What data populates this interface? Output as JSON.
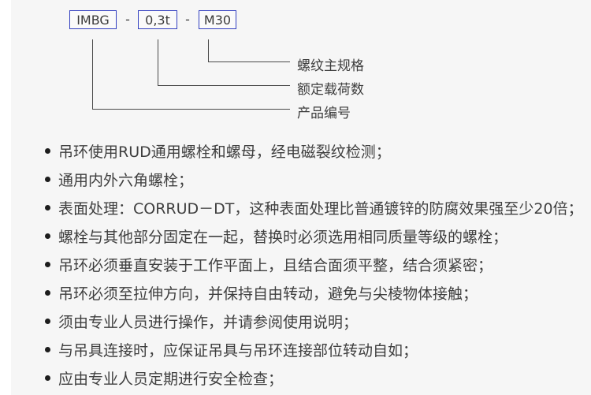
{
  "diagram": {
    "code_boxes": [
      {
        "label": "IMBG"
      },
      {
        "label": "0,3t"
      },
      {
        "label": "M30"
      }
    ],
    "separator": "-",
    "callouts": [
      {
        "label": "螺纹主规格"
      },
      {
        "label": "额定载荷数"
      },
      {
        "label": "产品编号"
      }
    ],
    "box_border_color": "#3340c0"
  },
  "notes": {
    "items": [
      "吊环使用RUD通用螺栓和螺母，经电磁裂纹检测；",
      "通用内外六角螺栓；",
      "表面处理：CORRUD－DT，这种表面处理比普通镀锌的防腐效果强至少20倍；",
      "螺栓与其他部分固定在一起，替换时必须选用相同质量等级的螺栓；",
      "吊环必须垂直安装于工作平面上，且结合面须平整，结合须紧密；",
      "吊环必须至拉伸方向，并保持自由转动，避免与尖棱物体接触；",
      "须由专业人员进行操作，并请参阅使用说明；",
      "与吊具连接时，应保证吊具与吊环连接部位转动自如；",
      "应由专业人员定期进行安全检查；"
    ]
  }
}
